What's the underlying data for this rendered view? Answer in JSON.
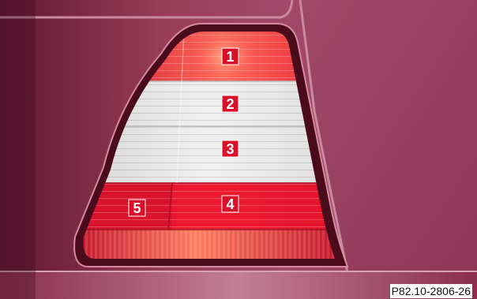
{
  "figure": {
    "reference_code": "P82.10-2806-26",
    "callouts": [
      {
        "number": "1"
      },
      {
        "number": "2"
      },
      {
        "number": "3"
      },
      {
        "number": "4"
      },
      {
        "number": "5"
      }
    ]
  },
  "colors": {
    "body_paint": "#9b3d58",
    "body_paint_dark": "#6e2038",
    "lamp_red": "#e0142a",
    "lamp_clear": "#e9e9e9",
    "badge_red": "#d9102a"
  }
}
